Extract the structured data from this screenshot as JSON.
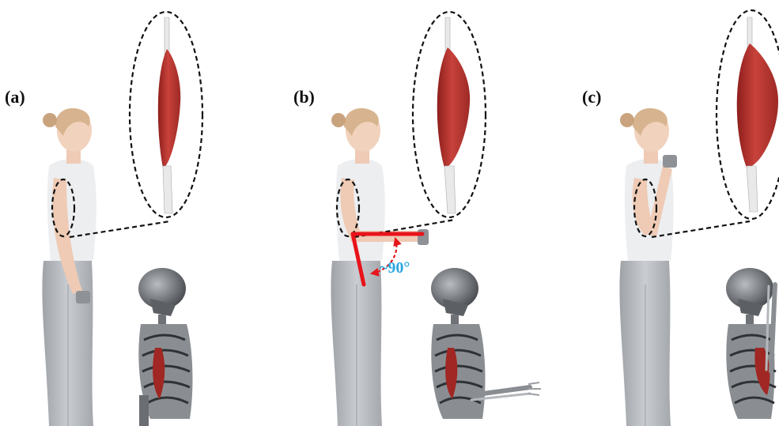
{
  "figure": {
    "panels": [
      {
        "id": "a",
        "label": "(a)",
        "pose": "arm-relaxed-down",
        "elbow_flexion": "extended"
      },
      {
        "id": "b",
        "label": "(b)",
        "pose": "forearm-horizontal",
        "elbow_flexion": "~90°"
      },
      {
        "id": "c",
        "label": "(c)",
        "pose": "full-curl",
        "elbow_flexion": "fully-flexed"
      }
    ],
    "angle_annotation": "~90°",
    "colors": {
      "muscle": "#b8352f",
      "angle_lines": "#e8141b",
      "angle_text": "#2aa7e0",
      "dashed_outline": "#111111",
      "skin": "#f1d2bd",
      "hair": "#d7b48f",
      "top": "#eceef0",
      "jeans": "#b9bcc0",
      "bone": "#777b80",
      "dumbbell": "#8e9296"
    }
  }
}
